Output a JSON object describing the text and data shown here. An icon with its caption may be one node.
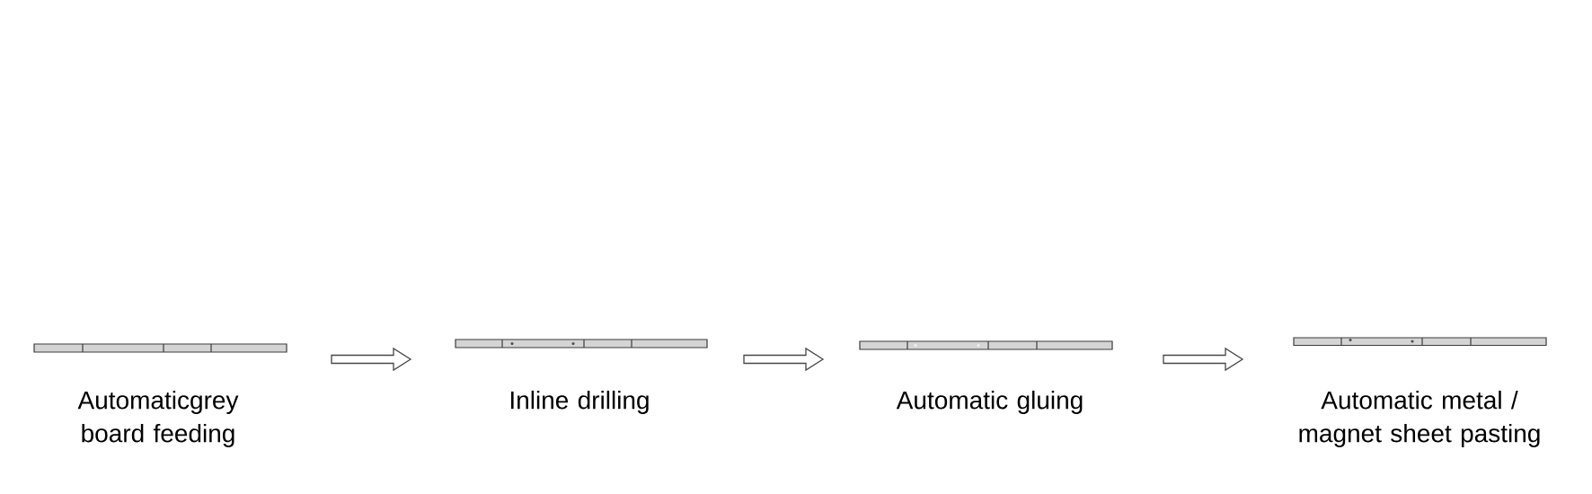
{
  "diagram": {
    "nodes": [
      {
        "text": [],
        "shape": "bar",
        "beside": [
          "Automaticgrey board feeding"
        ]
      },
      {
        "text": [],
        "shape": "bar",
        "beside": [
          "Inline drilling"
        ]
      },
      {
        "text": [],
        "shape": "bar",
        "beside": [
          "Automatic gluing"
        ]
      },
      {
        "text": [],
        "shape": "bar",
        "beside": [
          "Automatic metal / magnet sheet pasting"
        ]
      }
    ],
    "edges": [
      {
        "from": 0,
        "to": 1,
        "arrow": "to"
      },
      {
        "from": 1,
        "to": 2,
        "arrow": "to"
      },
      {
        "from": 2,
        "to": 3,
        "arrow": "to"
      }
    ]
  }
}
